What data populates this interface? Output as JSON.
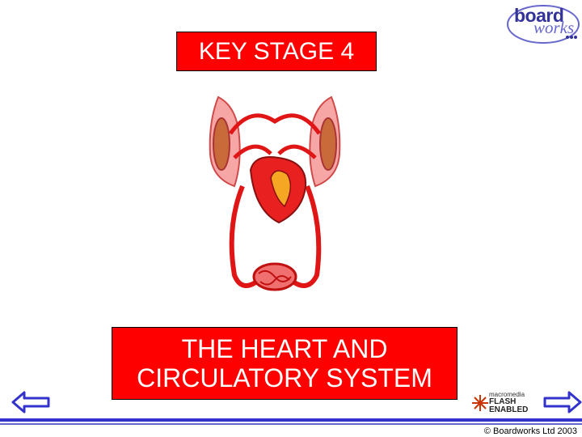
{
  "header": {
    "key_stage": "KEY STAGE 4"
  },
  "logo": {
    "word1": "board",
    "word2": "works"
  },
  "title": {
    "line1": "THE HEART AND",
    "line2": "CIRCULATORY SYSTEM"
  },
  "flash_badge": {
    "line_top": "macromedia",
    "line_main": "FLASH ENABLED"
  },
  "footer": {
    "copyright": "© Boardworks Ltd 2003"
  },
  "colors": {
    "title_bg": "#ff0000",
    "nav_arrow": "#3333cc",
    "footer_bar": "#3333cc"
  }
}
